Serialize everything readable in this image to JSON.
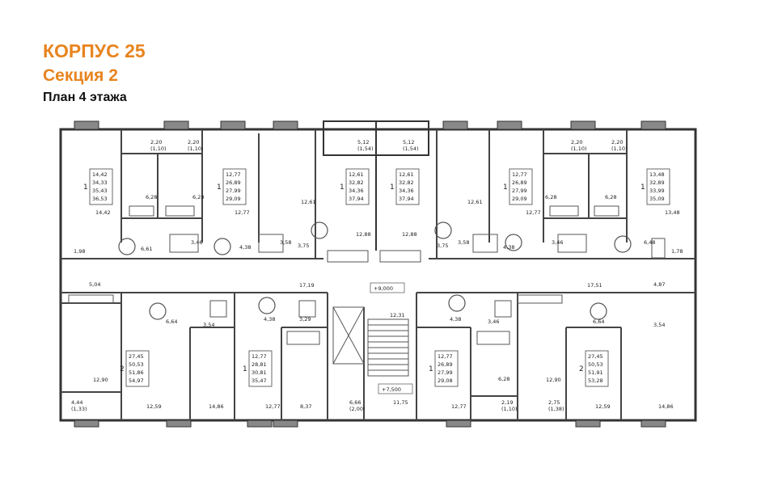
{
  "header": {
    "building": "КОРПУС 25",
    "section": "Секция 2",
    "floor_plan": "План 4 этажа"
  },
  "colors": {
    "accent": "#e8841f",
    "wall": "#333333",
    "line": "#555555"
  },
  "apartments": [
    {
      "rooms": "1",
      "areas": [
        "14,42",
        "34,33",
        "35,43",
        "36,53"
      ]
    },
    {
      "rooms": "1",
      "areas": [
        "12,77",
        "26,89",
        "27,99",
        "29,09"
      ]
    },
    {
      "rooms": "1",
      "areas": [
        "12,61",
        "32,82",
        "34,36",
        "37,94"
      ]
    },
    {
      "rooms": "1",
      "areas": [
        "12,61",
        "32,82",
        "34,36",
        "37,94"
      ]
    },
    {
      "rooms": "1",
      "areas": [
        "12,77",
        "26,89",
        "27,99",
        "29,09"
      ]
    },
    {
      "rooms": "1",
      "areas": [
        "13,48",
        "32,89",
        "33,99",
        "35,09"
      ]
    },
    {
      "rooms": "2",
      "areas": [
        "27,45",
        "50,53",
        "51,86",
        "54,97"
      ]
    },
    {
      "rooms": "1",
      "areas": [
        "12,77",
        "28,81",
        "30,81",
        "35,47"
      ]
    },
    {
      "rooms": "1",
      "areas": [
        "12,77",
        "26,89",
        "27,99",
        "29,08"
      ]
    },
    {
      "rooms": "2",
      "areas": [
        "27,45",
        "50,53",
        "51,91",
        "53,28"
      ]
    }
  ],
  "balconies": {
    "b1": [
      "2,20",
      "(1,10)"
    ],
    "b2": [
      "2,20",
      "(1,10)"
    ],
    "b3": [
      "5,12",
      "(1,54)"
    ],
    "b4": [
      "5,12",
      "(1,54)"
    ],
    "b5": [
      "2,20",
      "(1,10)"
    ],
    "b6": [
      "2,20",
      "(1,10)"
    ],
    "b7": [
      "4,44",
      "(1,33)"
    ],
    "b8": [
      "6,66",
      "(2,00)"
    ],
    "b9": [
      "2,19",
      "(1,10)"
    ],
    "b10": [
      "2,75",
      "(1,38)"
    ]
  },
  "room_labels": {
    "r1": "14,42",
    "r2": "6,28",
    "r3": "6,28",
    "r4": "12,77",
    "r5": "12,61",
    "r6": "12,61",
    "r7": "6,28",
    "r8": "6,28",
    "r9": "12,77",
    "r10": "13,48",
    "r11": "1,98",
    "r12": "6,61",
    "r13": "3,46",
    "r14": "4,38",
    "r15": "3,58",
    "r16": "3,75",
    "r17": "12,88",
    "r18": "12,88",
    "r19": "3,75",
    "r20": "3,58",
    "r21": "4,38",
    "r22": "3,46",
    "r23": "6,48",
    "r24": "1,78",
    "r25": "5,04",
    "r26": "17,19",
    "r27": "17,51",
    "r28": "4,87",
    "r29": "6,64",
    "r30": "3,54",
    "r31": "4,38",
    "r32": "3,29",
    "r33": "12,31",
    "r34": "4,38",
    "r35": "3,46",
    "r36": "6,64",
    "r37": "3,54",
    "r38": "12,90",
    "r39": "6,28",
    "r40": "12,90",
    "r41": "12,59",
    "r42": "14,86",
    "r43": "12,77",
    "r44": "8,37",
    "r45": "11,75",
    "r46": "12,77",
    "r47": "12,59",
    "r48": "14,86"
  },
  "levels": {
    "l1": "+9,000",
    "l2": "+7,500"
  }
}
